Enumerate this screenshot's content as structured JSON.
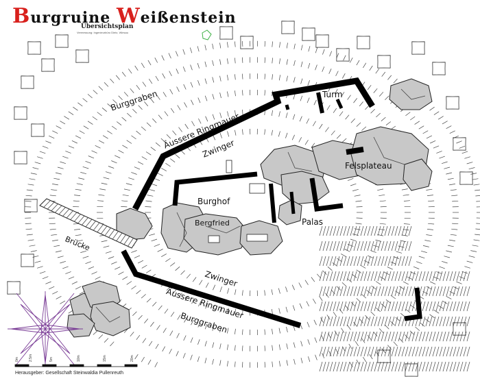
{
  "title": {
    "initial1": "B",
    "rest1": "urgruine ",
    "initial2": "W",
    "rest2": "eißenstein",
    "subtitle": "Übersichtsplan",
    "subsubtitle": "Vermessung: Ingenieurbüro Dietz, Wiesau"
  },
  "labels": {
    "burggraben_north": "Burggraben",
    "aussere_ringmauer_north": "Äussere Ringmauer",
    "zwinger_north": "Zwinger",
    "turm": "Turm",
    "felsplateau": "Felsplateau",
    "burghof": "Burghof",
    "bergfried": "Bergfried",
    "palas": "Palas",
    "brucke": "Brücke",
    "zwinger_south": "Zwinger",
    "aussere_ringmauer_south": "Äussere Ringmauer",
    "burggraben_south": "Burggraben"
  },
  "scale_bar": {
    "ticks": [
      "0m",
      "2.5m",
      "5m",
      "10m",
      "15m",
      "20m"
    ]
  },
  "publisher": "Herausgeber: Gesellschaft Steinwaldia Pullenreuth",
  "colors": {
    "wall": "#000000",
    "rock": "#c8c8c8",
    "title_red": "#d8201c",
    "compass": "#7a3c96",
    "hatch": "#444444",
    "small_icon": "#3cb043"
  }
}
